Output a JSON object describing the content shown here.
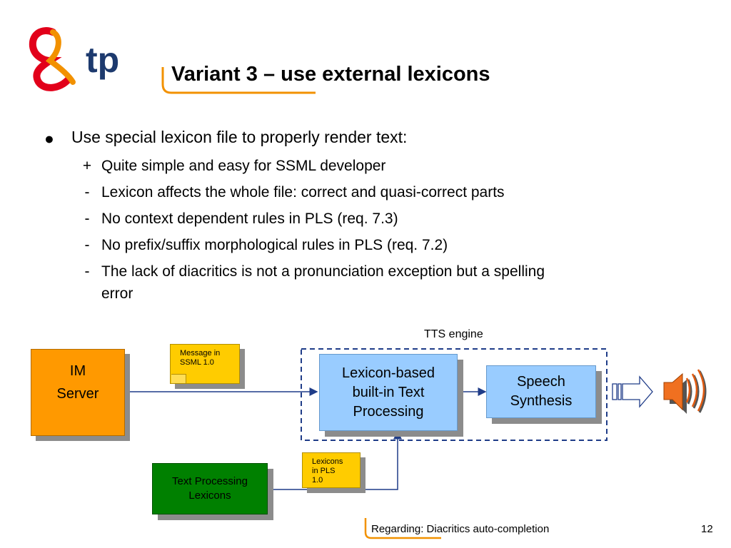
{
  "header": {
    "logo_text": "tp",
    "title": "Variant 3 – use external lexicons"
  },
  "content": {
    "bullet": {
      "marker": "●",
      "text": "Use special lexicon file to properly render text:"
    },
    "sub_items": [
      {
        "marker": "+",
        "text": "Quite simple and easy for SSML developer"
      },
      {
        "marker": "-",
        "text": "Lexicon affects the whole file: correct and quasi-correct parts"
      },
      {
        "marker": "-",
        "text": "No context dependent rules in PLS (req. 7.3)"
      },
      {
        "marker": "-",
        "text": "No prefix/suffix morphological rules in PLS (req. 7.2)"
      },
      {
        "marker": "-",
        "text_line1": "The lack of diacritics is not a pronunciation exception but a spelling",
        "text_line2": "error"
      }
    ]
  },
  "diagram": {
    "tts_label": "TTS engine",
    "im_server": {
      "line1": "IM",
      "line2": "Server"
    },
    "message_note": {
      "line1": "Message in",
      "line2": "SSML 1.0"
    },
    "lexicon_box": {
      "line1": "Lexicon-based",
      "line2": "built-in Text",
      "line3": "Processing"
    },
    "speech_box": {
      "line1": "Speech",
      "line2": "Synthesis"
    },
    "text_proc_box": {
      "line1": "Text Processing",
      "line2": "Lexicons"
    },
    "lexicons_note": {
      "line1": "Lexicons",
      "line2": "in PLS",
      "line3": "1.0"
    },
    "speaker_icon": "speaker-icon",
    "output_arrow_icon": "hollow-arrow-icon"
  },
  "footer": {
    "text": "Regarding: Diacritics auto-completion",
    "page_number": "12"
  },
  "colors": {
    "logo_red": "#e2001a",
    "logo_orange": "#f29100",
    "logo_navy": "#1d3a6e",
    "orange_box": "#ff9900",
    "light_blue_box": "#99ccff",
    "green_box": "#008000",
    "note_yellow": "#ffcc00",
    "navy_line": "#1f3c88"
  }
}
